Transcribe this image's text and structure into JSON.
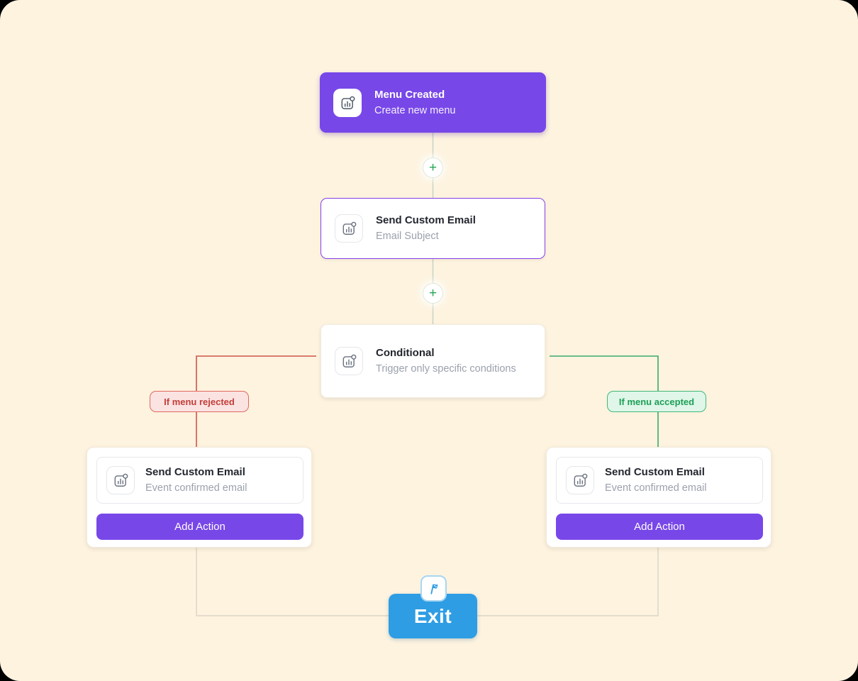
{
  "colors": {
    "canvas_bg": "#FDF3DF",
    "accent_purple": "#7847E8",
    "email_card_border": "#8640E8",
    "exit_blue": "#2E9DE4",
    "branch_red_line": "#D05548",
    "branch_green_line": "#3BA96E",
    "connector_gray": "#CBD3C8",
    "connector_light": "#DCD6C8",
    "plus_green": "#26A558"
  },
  "icons": {
    "plus": "+",
    "step_icon": "bar-chart-with-dot",
    "exit_icon": "pennant-flag"
  },
  "workflow": {
    "trigger": {
      "title": "Menu Created",
      "subtitle": "Create new menu"
    },
    "email_step": {
      "title": "Send Custom Email",
      "subtitle": "Email Subject"
    },
    "conditional": {
      "title": "Conditional",
      "subtitle": "Trigger only specific conditions"
    },
    "branches": {
      "rejected": {
        "condition_label": "If menu rejected",
        "action": {
          "title": "Send Custom Email",
          "subtitle": "Event confirmed email"
        },
        "add_button": "Add Action"
      },
      "accepted": {
        "condition_label": "If menu accepted",
        "action": {
          "title": "Send Custom Email",
          "subtitle": "Event confirmed email"
        },
        "add_button": "Add Action"
      }
    },
    "exit": {
      "label": "Exit"
    }
  }
}
